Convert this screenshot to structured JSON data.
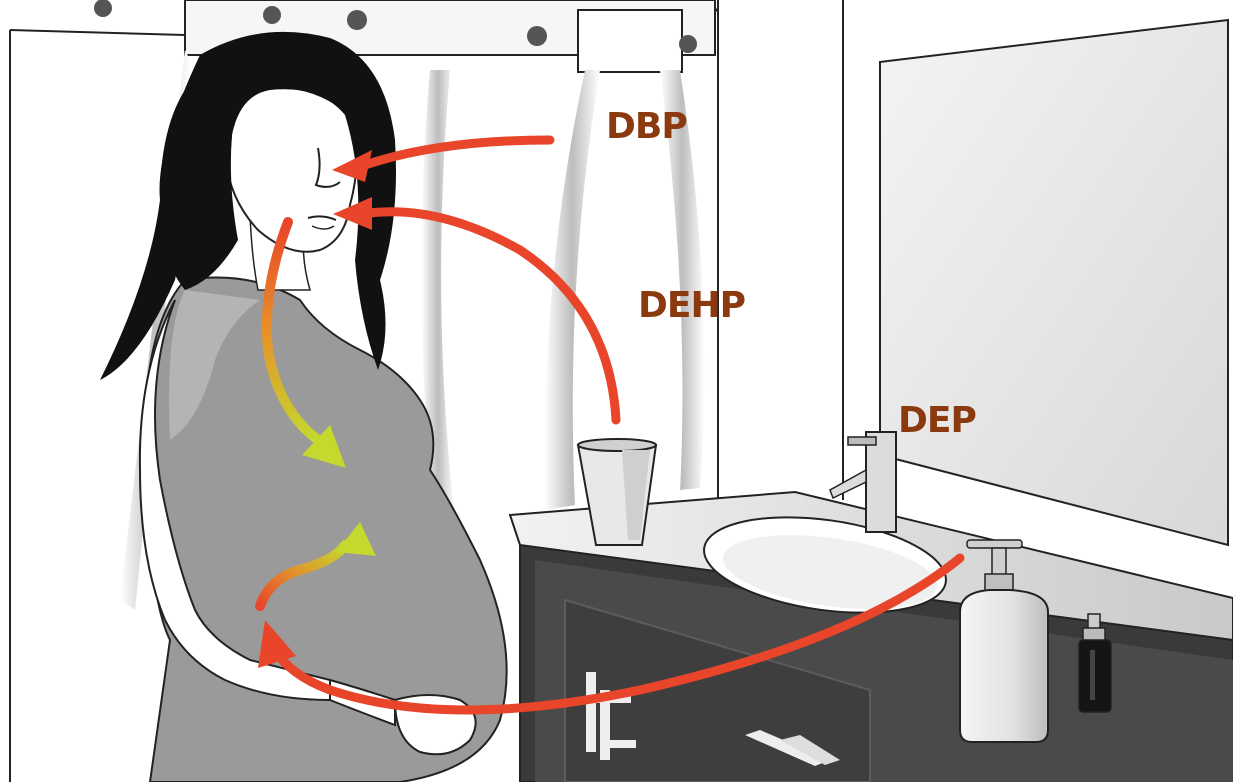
{
  "labels": {
    "dbp": "DBP",
    "dehp": "DEHP",
    "dep": "DEP"
  },
  "colors": {
    "label": "#8B3A0F",
    "arrow_red": "#E8452A",
    "arrow_yellow": "#C4D82E",
    "figure_gray": "#9A9A9A",
    "hair": "#111111",
    "cabinet_dark": "#3E3E3E",
    "countertop": "#E0E0E0"
  },
  "icons": {
    "arrow_to_nose": "inhalation-arrow",
    "arrow_to_mouth": "ingestion-arrow",
    "arrow_to_abdomen": "dermal-absorption-arrow",
    "arrow_down_to_body": "internal-transfer-arrow",
    "arrow_to_fetus": "fetal-transfer-arrow"
  }
}
